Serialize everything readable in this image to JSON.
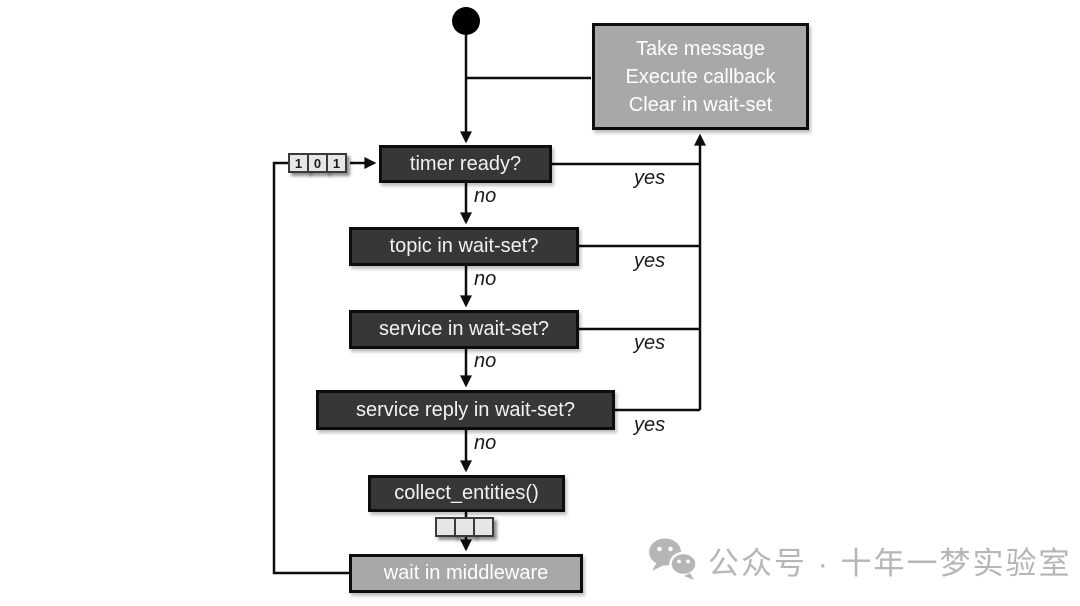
{
  "diagram": {
    "action_box": {
      "lines": [
        "Take message",
        "Execute callback",
        "Clear in wait-set"
      ]
    },
    "nodes": {
      "timer": "timer ready?",
      "topic": "topic in wait-set?",
      "service": "service in wait-set?",
      "service_reply": "service reply in wait-set?",
      "collect_entities": "collect_entities()",
      "wait": "wait in middleware"
    },
    "branch_labels": {
      "yes": "yes",
      "no": "no"
    },
    "memory_cells": [
      "1",
      "0",
      "1"
    ],
    "colors": {
      "dark_node": "#373737",
      "gray_node": "#a8a8a8",
      "cell": "#e6e6e6",
      "line": "#111111",
      "background": "#ffffff",
      "watermark": "#b6b6b6"
    }
  },
  "watermark": {
    "text": "公众号 · 十年一梦实验室"
  }
}
